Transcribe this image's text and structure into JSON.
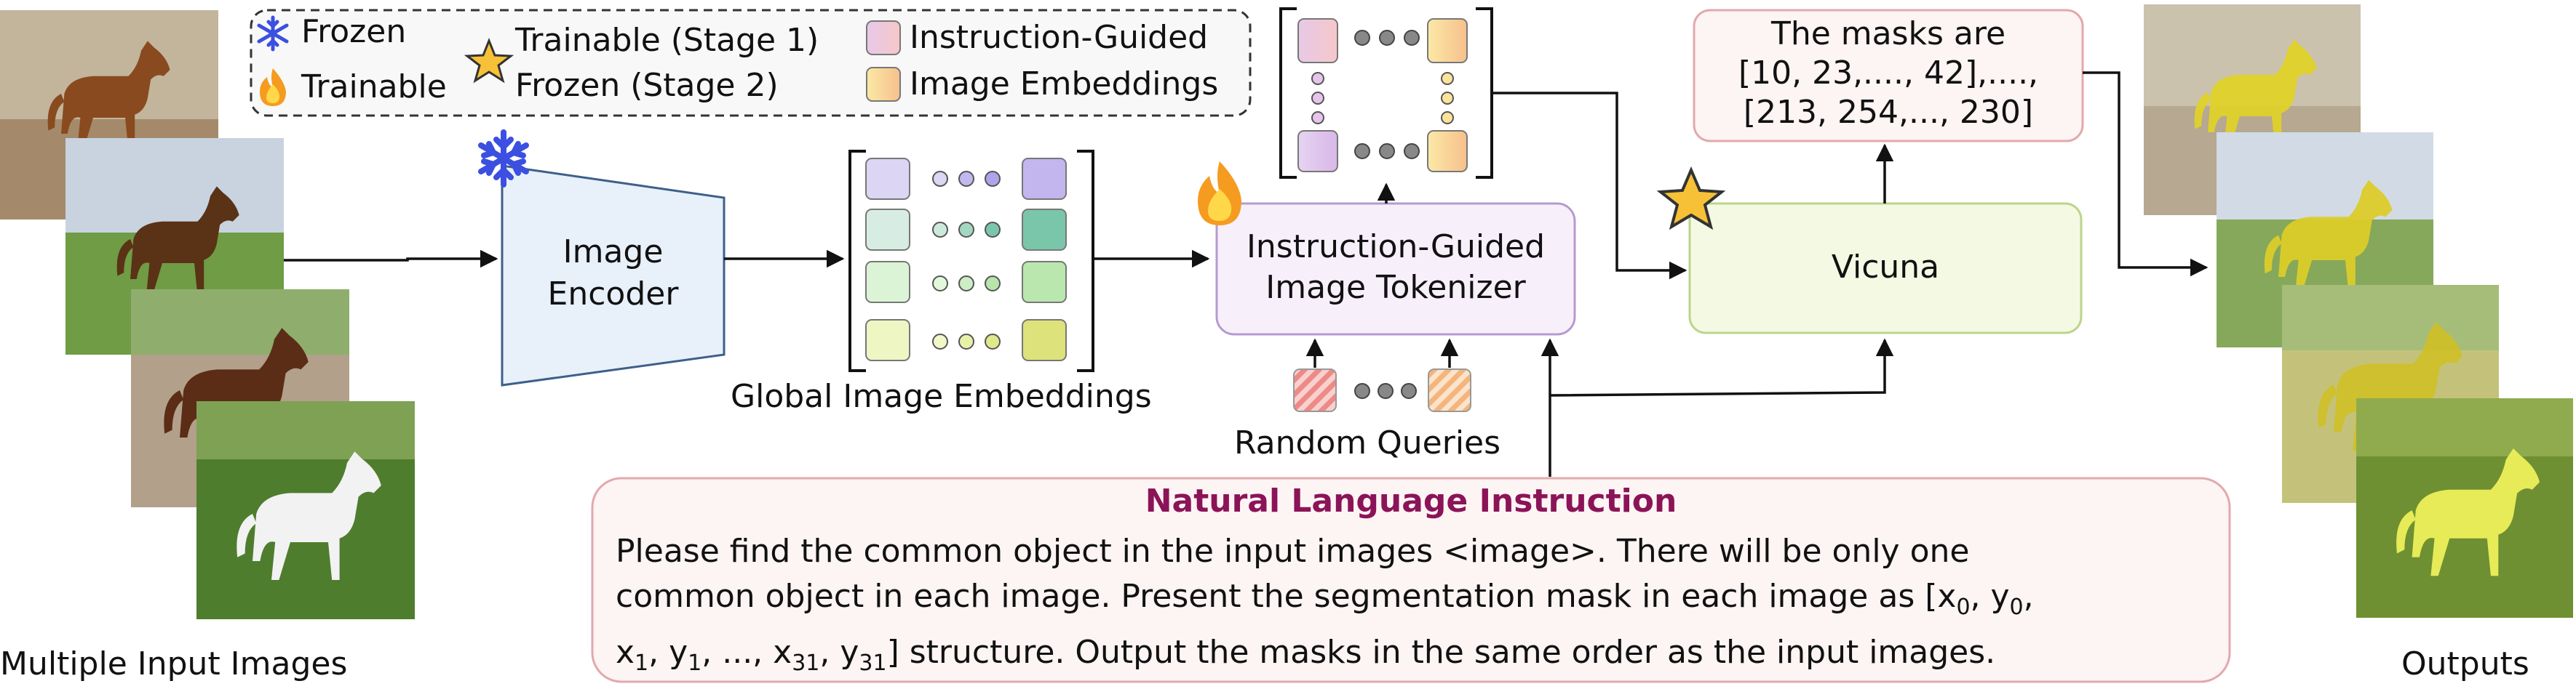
{
  "legend": {
    "frozen": "Frozen",
    "trainable": "Trainable",
    "stage1": "Trainable (Stage 1)",
    "stage2": "Frozen (Stage 2)",
    "instr_guided": "Instruction-Guided",
    "img_embeddings": "Image Embeddings"
  },
  "labels": {
    "input_images": "Multiple Input Images",
    "image_encoder_line1": "Image",
    "image_encoder_line2": "Encoder",
    "global_embeddings": "Global Image Embeddings",
    "tokenizer_line1": "Instruction-Guided",
    "tokenizer_line2": "Image Tokenizer",
    "random_queries": "Random Queries",
    "vicuna": "Vicuna",
    "outputs": "Outputs"
  },
  "masks_box": {
    "line1": "The masks are",
    "line2": "[10, 23,...., 42],....,",
    "line3": "[213, 254,..., 230]"
  },
  "instruction": {
    "title": "Natural Language Instruction",
    "line1": "Please find the common object in the input images <image>. There will be only one",
    "line2": "common object in each image. Present the segmentation mask in each image as [x",
    "line3": "x",
    "line4": " structure. Output the masks in the same order as the input images."
  },
  "colors": {
    "instruction_title": "#8b1458",
    "encoder_fill": "#e8f0fa",
    "tokenizer_border": "#b79ad0",
    "vicuna_fill": "#f4f9e4",
    "vicuna_border": "#bcd58a",
    "masks_border": "#e2a9ad",
    "instruction_border": "#e2a9ad",
    "frozen_icon": "#3b4fe0",
    "star": "#f7c137"
  },
  "icons": [
    "snowflake-icon",
    "flame-icon",
    "star-icon"
  ]
}
